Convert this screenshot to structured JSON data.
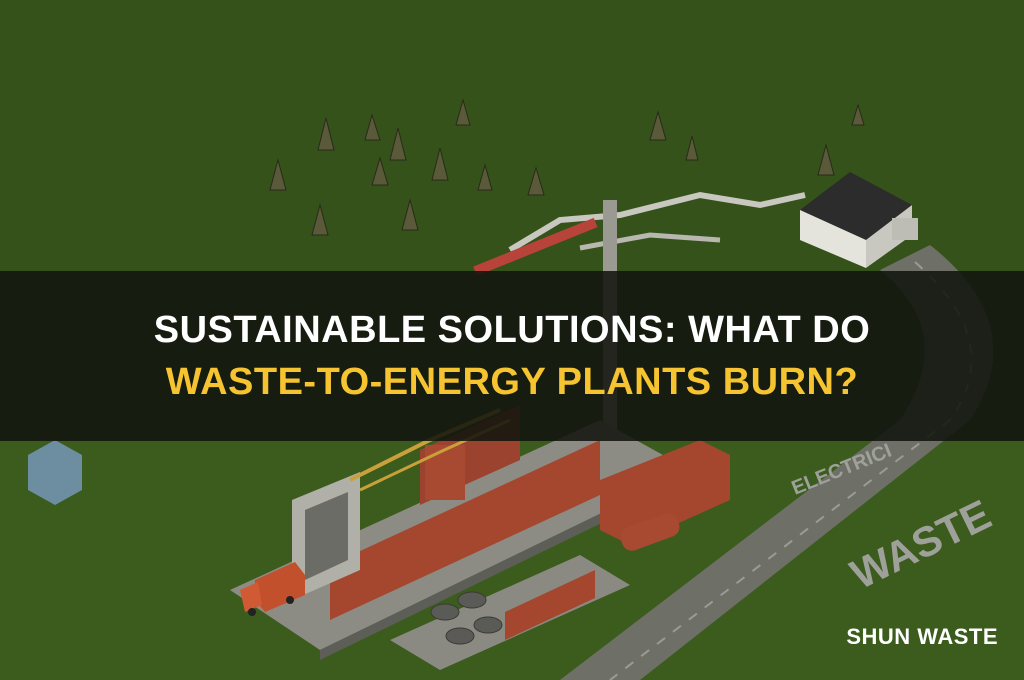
{
  "banner": {
    "title_line_1": "SUSTAINABLE SOLUTIONS: WHAT DO",
    "title_line_2": "WASTE-TO-ENERGY PLANTS BURN?",
    "title_line_1_color": "#ffffff",
    "title_line_2_color": "#f6c431"
  },
  "illustration": {
    "labels": {
      "waste": "WASTE",
      "electricity": "ELECTRICI"
    },
    "colors": {
      "grass": "#3a5a1c",
      "road": "#6e7068",
      "building_brick": "#a4472e",
      "concrete": "#8c8c84",
      "truck": "#c2502c"
    }
  },
  "watermark": {
    "text": "SHUN WASTE"
  }
}
